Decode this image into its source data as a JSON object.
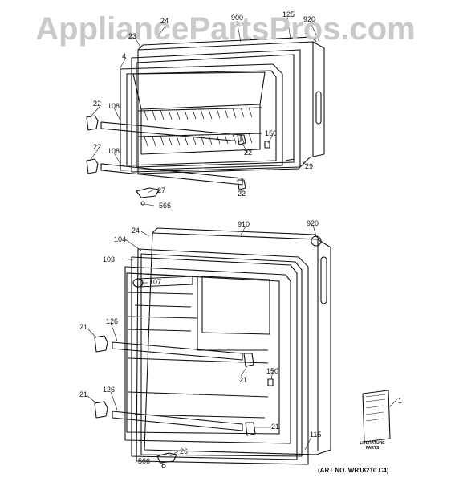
{
  "watermark": "AppliancePartsPros.com",
  "art_number": "(ART NO. WR18210 C4)",
  "literature_label": "LITERATURE\nPARTS",
  "callouts": {
    "c24_top": "24",
    "c900": "900",
    "c125": "125",
    "c920_top": "920",
    "c23": "23",
    "c4": "4",
    "c22_a": "22",
    "c108_a": "108",
    "c150_top": "150",
    "c22_b": "22",
    "c22_c": "22",
    "c108_b": "108",
    "c29": "29",
    "c22_d": "22",
    "c27": "27",
    "c566_top": "566",
    "c910": "910",
    "c920_bot": "920",
    "c24_bot": "24",
    "c104": "104",
    "c103": "103",
    "c107": "107",
    "c21_a": "21",
    "c126_a": "126",
    "c21_b": "21",
    "c150_bot": "150",
    "c21_c": "21",
    "c126_b": "126",
    "c21_d": "21",
    "c115": "115",
    "c1": "1",
    "c26": "26",
    "c566_bot": "566"
  }
}
